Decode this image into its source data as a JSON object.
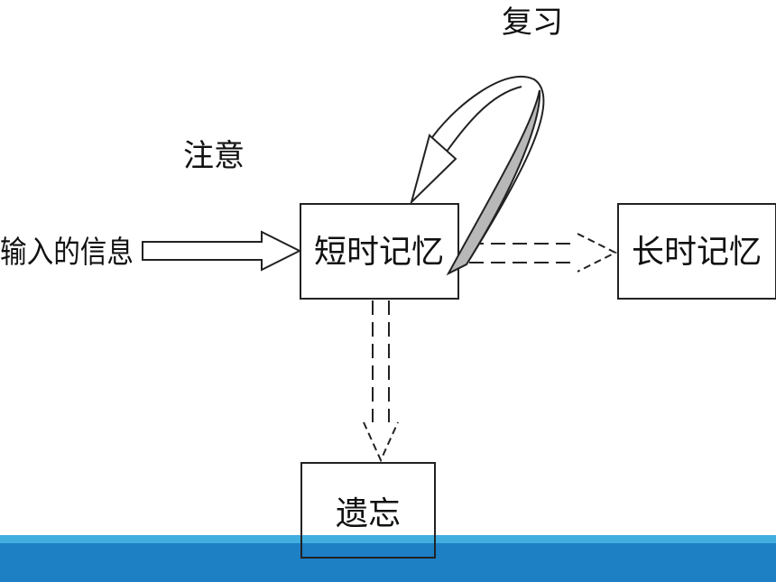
{
  "nodes": {
    "input_info": "输入的信息",
    "short_term": "短时记忆",
    "long_term": "长时记忆",
    "forgetting": "遗忘"
  },
  "edge_labels": {
    "attention": "注意",
    "review": "复习"
  },
  "colors": {
    "line": "#222222",
    "rehearsal_fill": "#b8b8b8",
    "band_light": "#42aee0",
    "band_dark": "#1d7fc4"
  }
}
